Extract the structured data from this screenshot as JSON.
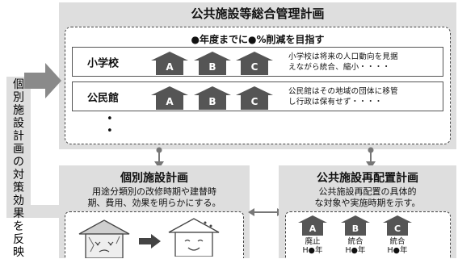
{
  "top": {
    "title": "公共施設等総合管理計画",
    "goal": "●年度までに●%削減を目指す",
    "rows": [
      {
        "label": "小学校",
        "houses": [
          "A",
          "B",
          "C"
        ],
        "note_line1": "小学校は将来の人口動向を見据",
        "note_line2": "えながら統合、縮小・・・・"
      },
      {
        "label": "公民館",
        "houses": [
          "A",
          "B",
          "C"
        ],
        "note_line1": "公民館はその地域の団体に移管",
        "note_line2": "し行政は保有せず・・・・"
      }
    ],
    "more_dots": [
      "•",
      "•"
    ]
  },
  "side_label": "個別施設計画の対策効果を反映",
  "left_box": {
    "title": "個別施設計画",
    "desc_line1": "用途分類別の改修時期や建替時",
    "desc_line2": "期、費用、効果を明らかにする。"
  },
  "right_box": {
    "title": "公共施設再配置計画",
    "desc_line1": "公共施設再配置の具体的",
    "desc_line2": "な対象や実施時期を示す。",
    "houses": [
      {
        "letter": "A",
        "status": "廃止",
        "year": "H●年"
      },
      {
        "letter": "B",
        "status": "統合",
        "year": "H●年"
      },
      {
        "letter": "C",
        "status": "統合",
        "year": "H●年"
      }
    ]
  },
  "colors": {
    "panel_gray": "#dedede",
    "house_fill": "#555555",
    "arrow_gray": "#8a8a8a",
    "connector": "#777777"
  },
  "icons": [
    "house-icon",
    "arrow-right-icon",
    "double-arrow-icon",
    "old-building-icon",
    "new-building-icon"
  ]
}
